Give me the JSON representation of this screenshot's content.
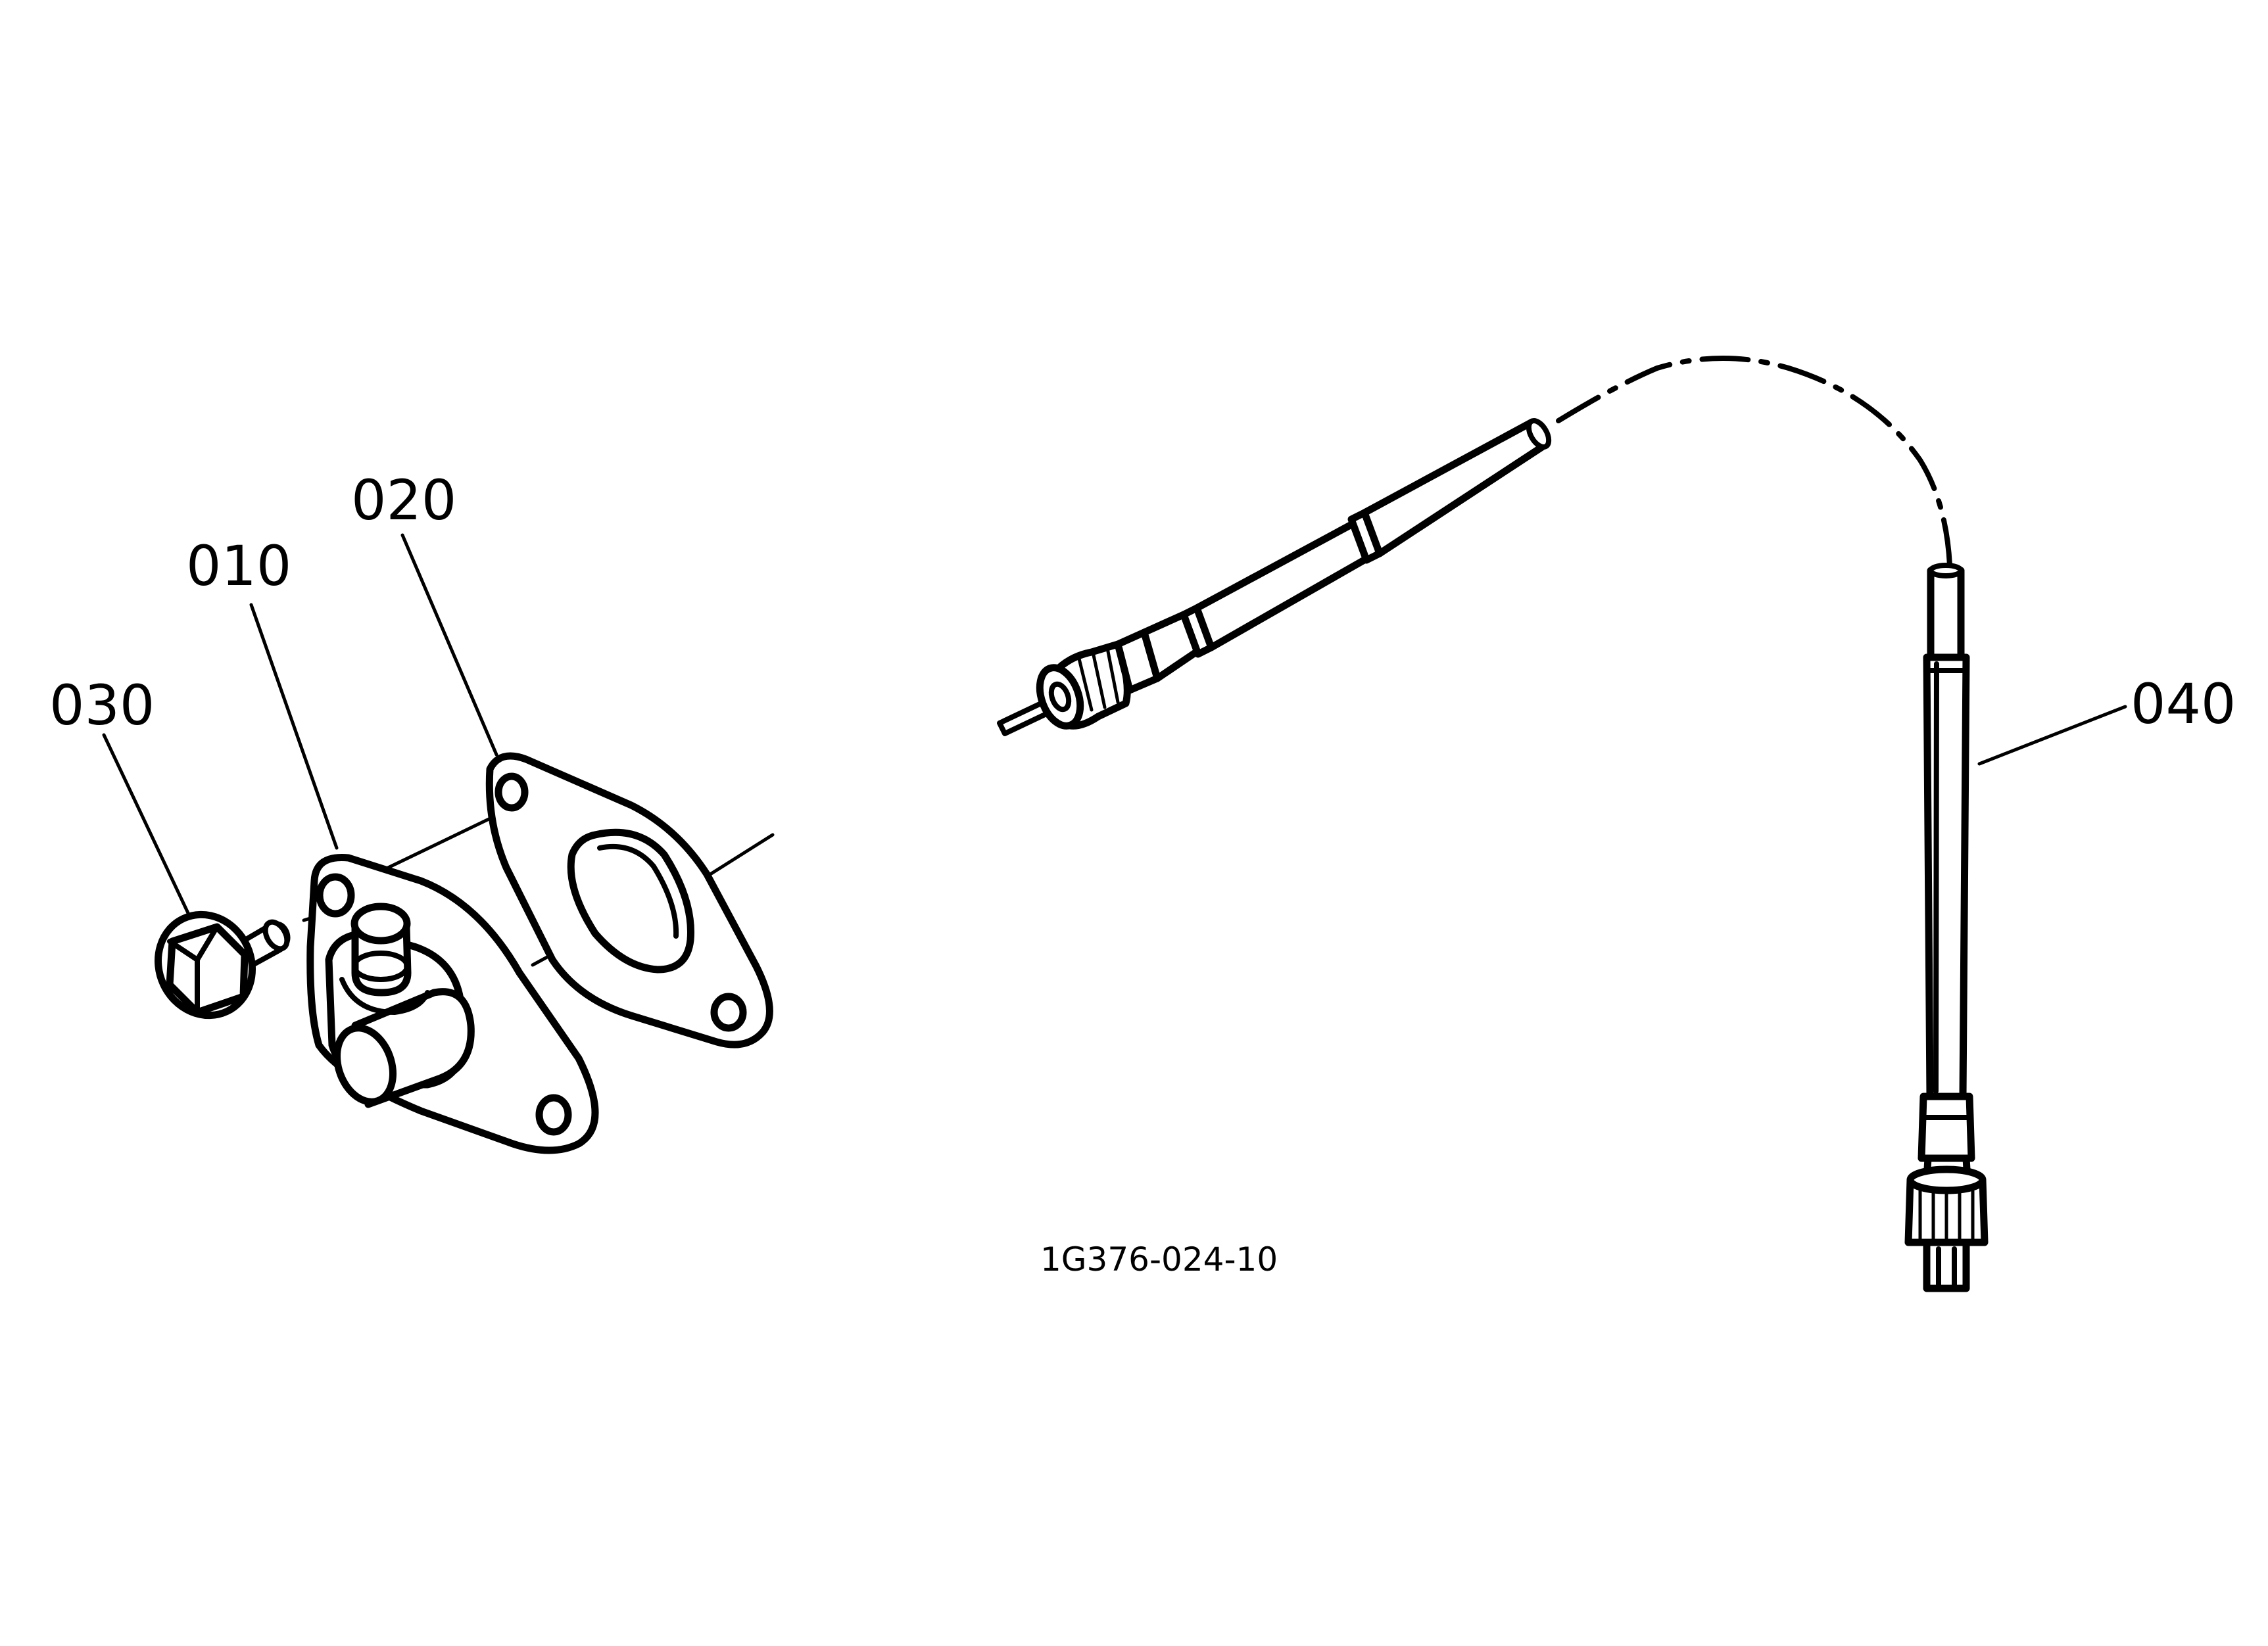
{
  "diagram": {
    "drawing_number": "1G376-024-10",
    "parts": [
      {
        "callout": "010",
        "name": "speedometer-drive-housing"
      },
      {
        "callout": "020",
        "name": "gasket"
      },
      {
        "callout": "030",
        "name": "flange-bolt"
      },
      {
        "callout": "040",
        "name": "speedometer-cable"
      }
    ],
    "colors": {
      "line": "#000000",
      "background": "#ffffff"
    }
  }
}
